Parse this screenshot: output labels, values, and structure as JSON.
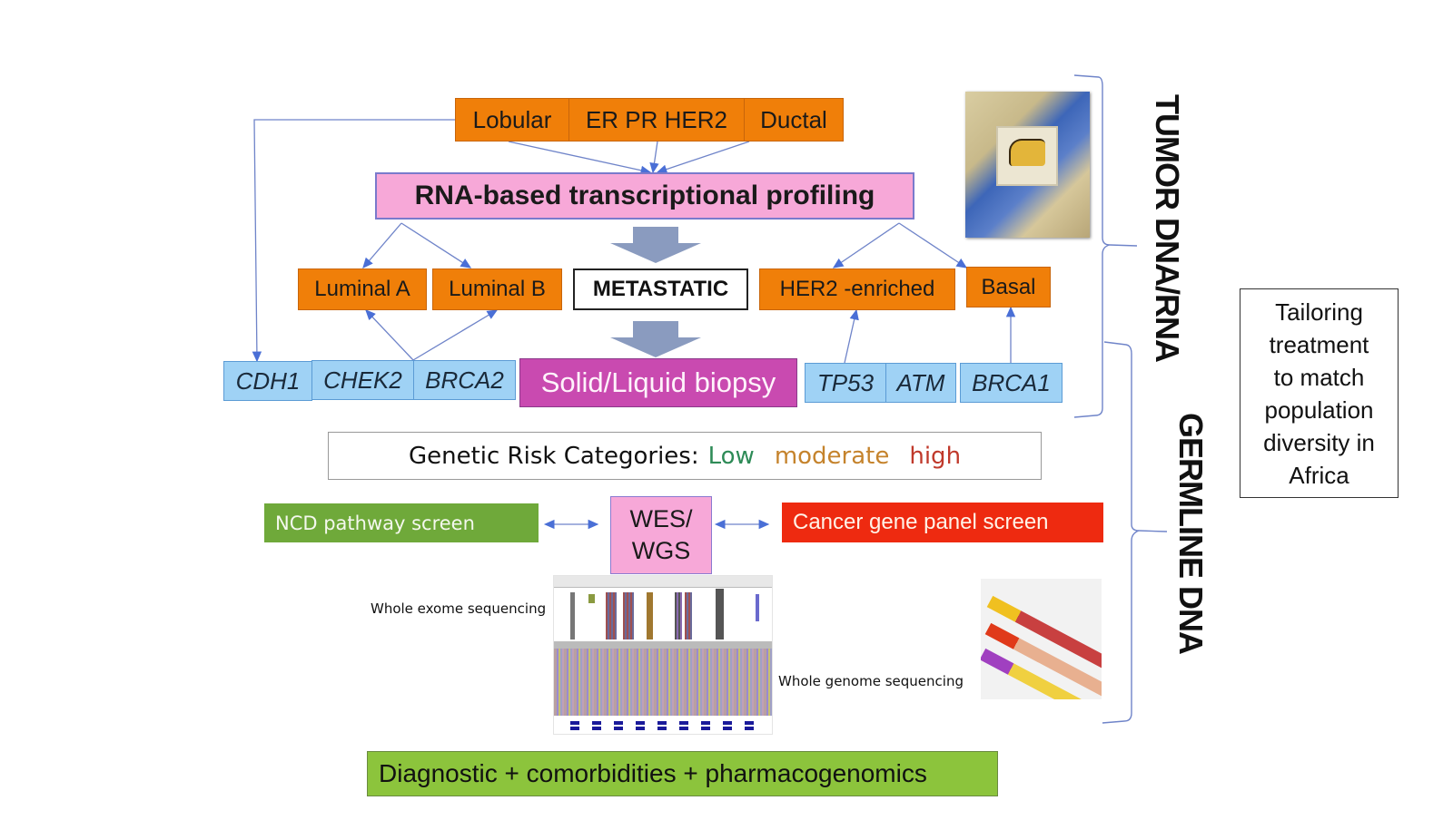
{
  "top_row": {
    "lobular": "Lobular",
    "receptors": "ER PR HER2",
    "ductal": "Ductal"
  },
  "profiling": "RNA-based transcriptional profiling",
  "subtypes": {
    "luminal_a": "Luminal A",
    "luminal_b": "Luminal B",
    "metastatic": "METASTATIC",
    "her2_enriched": "HER2 -enriched",
    "basal": "Basal"
  },
  "genes_left": [
    "CDH1",
    "CHEK2",
    "BRCA2"
  ],
  "biopsy": "Solid/Liquid biopsy",
  "genes_right": [
    "TP53",
    "ATM",
    "BRCA1"
  ],
  "risk": {
    "label": "Genetic Risk Categories:",
    "low": "Low",
    "moderate": "moderate",
    "high": "high",
    "colors": {
      "low": "#2e8b57",
      "moderate": "#c5832c",
      "high": "#c0392b"
    }
  },
  "ncd_screen": "NCD pathway screen",
  "wes_wgs": [
    "WES/",
    "WGS"
  ],
  "cancer_panel": "Cancer gene panel screen",
  "whole_exome": "Whole exome sequencing",
  "whole_genome": "Whole genome sequencing",
  "bottom_banner": "Diagnostic + comorbidities + pharmacogenomics",
  "side_labels": {
    "tumor": "TUMOR DNA/RNA",
    "germline": "GERMLINE DNA"
  },
  "tailoring": [
    "Tailoring",
    "treatment",
    "to match",
    "population",
    "diversity in",
    "Africa"
  ],
  "images": {
    "tumor_image": "tissue-block-photo",
    "germline_image": "blood-tubes-photo",
    "sequencing_image": "genome-browser-screenshot"
  }
}
